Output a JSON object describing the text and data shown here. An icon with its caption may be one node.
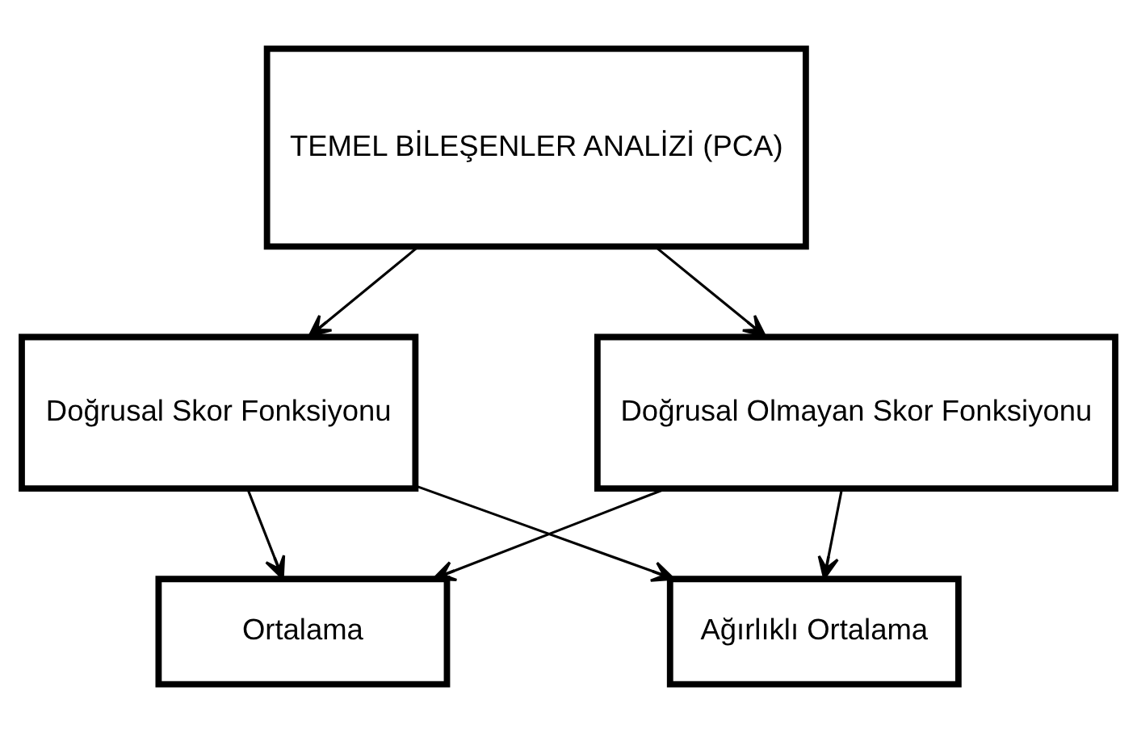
{
  "diagram": {
    "nodes": [
      {
        "text": [
          "TEMEL BİLEŞENLER ANALİZİ (PCA)"
        ]
      },
      {
        "text": [
          "Doğrusal Skor Fonksiyonu"
        ]
      },
      {
        "text": [
          "Doğrusal Olmayan Skor Fonksiyonu"
        ]
      },
      {
        "text": [
          "Ortalama"
        ]
      },
      {
        "text": [
          "Ağırlıklı Ortalama"
        ]
      }
    ],
    "edges": [
      {
        "from": 0,
        "to": 1,
        "arrow": "to"
      },
      {
        "from": 0,
        "to": 2,
        "arrow": "to"
      },
      {
        "from": 1,
        "to": 3,
        "arrow": "to"
      },
      {
        "from": 1,
        "to": 4,
        "arrow": "to"
      },
      {
        "from": 2,
        "to": 3,
        "arrow": "to"
      },
      {
        "from": 2,
        "to": 4,
        "arrow": "to"
      }
    ]
  }
}
